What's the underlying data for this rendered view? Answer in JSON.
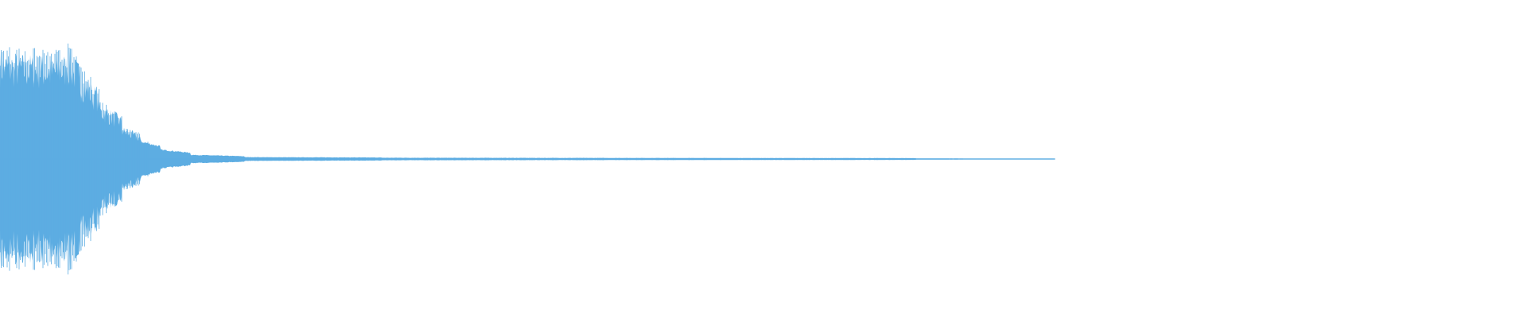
{
  "waveform": {
    "color": "#5DADE2",
    "background": "#FFFFFF",
    "duration_fraction_of_view": 0.691,
    "peak_amplitude": 1.0,
    "decay": {
      "attack_segments": [
        {
          "start": 0.0,
          "end": 0.03,
          "level": 0.98
        },
        {
          "start": 0.03,
          "end": 0.044,
          "level": 0.92
        },
        {
          "start": 0.044,
          "end": 0.052,
          "level": 1.0
        },
        {
          "start": 0.052,
          "end": 0.065,
          "level": 0.8
        },
        {
          "start": 0.065,
          "end": 0.08,
          "level": 0.52
        },
        {
          "start": 0.08,
          "end": 0.092,
          "level": 0.3
        },
        {
          "start": 0.092,
          "end": 0.105,
          "level": 0.17
        },
        {
          "start": 0.105,
          "end": 0.125,
          "level": 0.09
        },
        {
          "start": 0.125,
          "end": 0.16,
          "level": 0.04
        },
        {
          "start": 0.16,
          "end": 0.25,
          "level": 0.018
        },
        {
          "start": 0.25,
          "end": 0.6,
          "level": 0.012
        },
        {
          "start": 0.6,
          "end": 0.691,
          "level": 0.006
        }
      ]
    }
  }
}
